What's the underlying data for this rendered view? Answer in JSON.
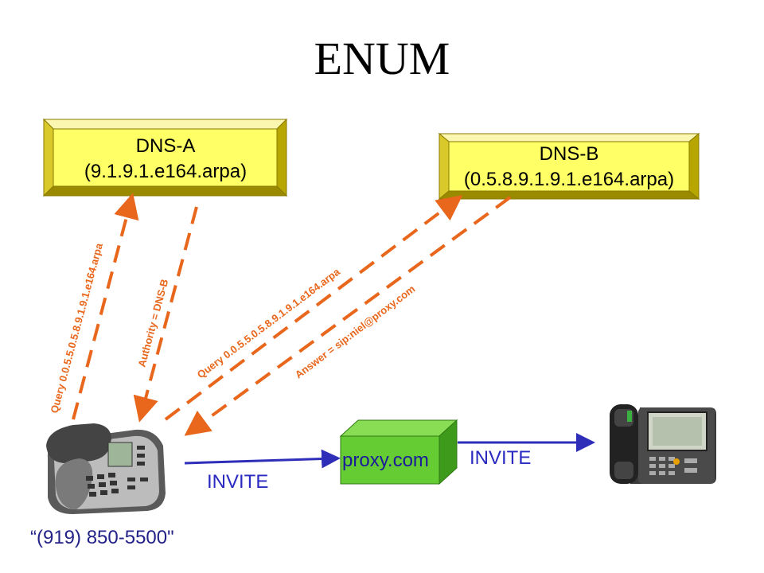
{
  "title": "ENUM",
  "dns_a": {
    "name": "DNS-A",
    "zone": "(9.1.9.1.e164.arpa)"
  },
  "dns_b": {
    "name": "DNS-B",
    "zone": "(0.5.8.9.1.9.1.e164.arpa)"
  },
  "arrows": {
    "query_a": "Query 0.0.5.5.0.5.8.9.1.9.1.e164.arpa",
    "authority": "Authority = DNS-B",
    "query_b": "Query 0.0.5.5.0.5.8.9.1.9.1.e164.arpa",
    "answer": "Answer = sip:niel@proxy.com"
  },
  "proxy": {
    "label": "proxy.com"
  },
  "invite_left": "INVITE",
  "invite_right": "INVITE",
  "caller_number": "“(919) 850-5500\"",
  "colors": {
    "dashed_arrow": "#e8671c",
    "solid_arrow": "#2e2eb8",
    "dns_fill": "#ffff66",
    "proxy_fill": "#66cc33"
  }
}
